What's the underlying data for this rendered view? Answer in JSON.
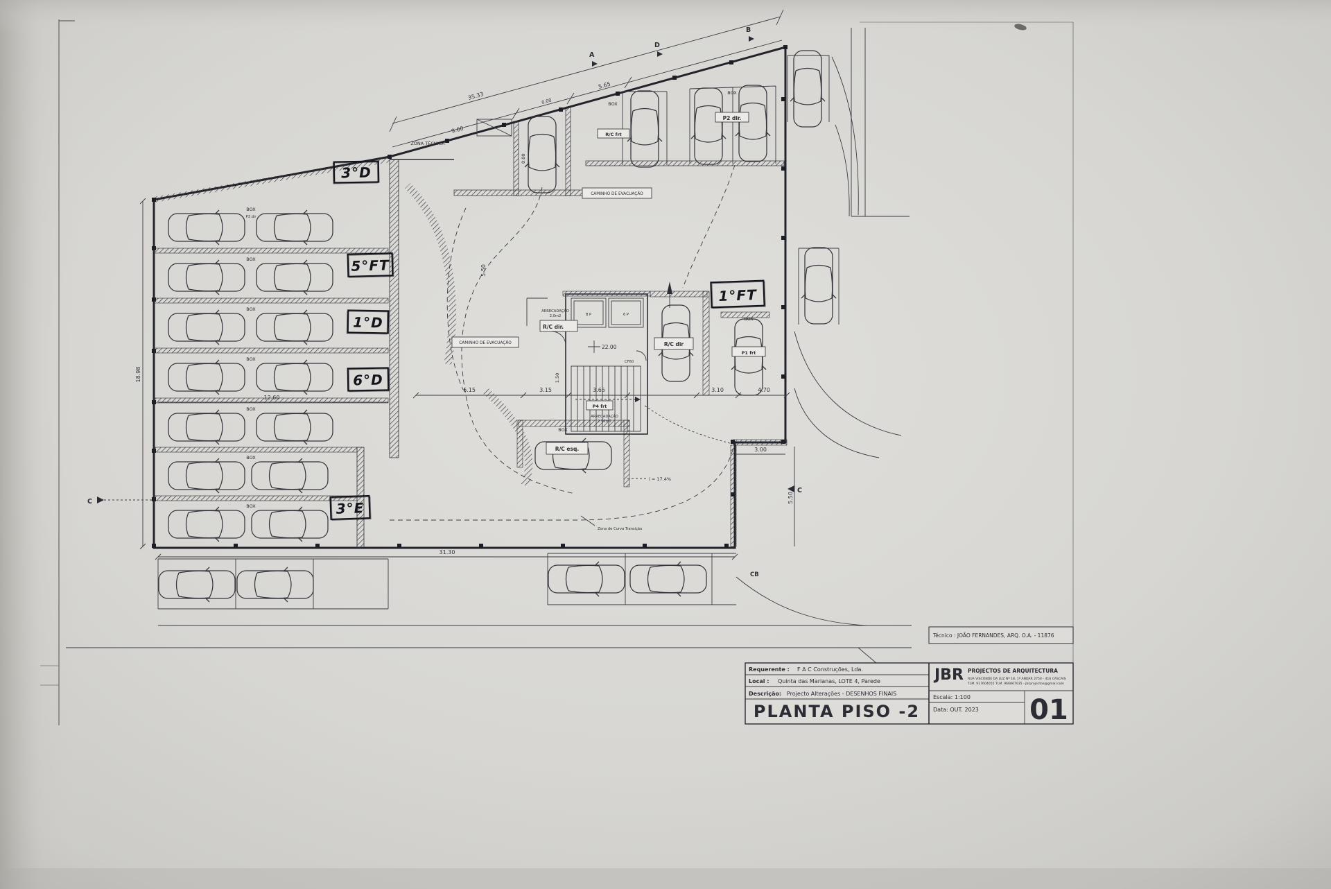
{
  "colors": {
    "paper": "#d7d6d2",
    "ink": "#2c2c34",
    "hand_ink": "#15151e"
  },
  "tb": {
    "tecnico": "Técnico : JOÃO FERNANDES, ARQ.   O.A. - 11876",
    "requerente_label": "Requerente :",
    "requerente_value": "F A C Construções, Lda.",
    "local_label": "Local :",
    "local_value": "Quinta das Marianas, LOTE 4, Parede",
    "descricao_label": "Descrição:",
    "descricao_value": "Projecto Alterações - DESENHOS FINAIS",
    "drawing_title": "PLANTA PISO -2",
    "firm_initials": "JBR",
    "firm_name": "PROJECTOS DE ARQUITECTURA",
    "firm_line1": "RUA VISCONDE DA LUZ Nº 18, 1º ANDAR  2750 - 416  CASCAIS",
    "firm_line2": "TLM. 917604055  TLM. 966867035 - jbrprojectos@gmail.com",
    "escala": "Escala: 1:100",
    "data": "Data: OUT. 2023",
    "sheet_number": "01"
  },
  "hand": {
    "h1": "3°D",
    "h2": "5°FT",
    "h3": "1°D",
    "h4": "6°D",
    "h5": "3°E",
    "h6": "1°FT"
  },
  "lbl": {
    "box": "BOX",
    "p3dir": "P3 dir",
    "rcfrt": "R/C frt",
    "p2dir": "P2 dir.",
    "rcdir": "R/C dir",
    "rcdirdot": "R/C dir.",
    "p1frt": "P1 frt",
    "p4frt": "P4 frt",
    "rcesq": "R/C esq.",
    "bp": "B P",
    "sp": "6 P",
    "cf60": "CF60",
    "arrecadacao": "ARRECADAÇÃO",
    "a20": "2,0m2",
    "a25": "2.50m2",
    "caminho": "CAMINHO DE EVACUAÇÃO",
    "zona": "ZONA TÉCNICA",
    "curva": "Zona de Curva Transição",
    "slope": "i = 17.4%"
  },
  "dim": {
    "d1": "35.33",
    "d2": "9.60",
    "d3": "5.65",
    "d4": "0.00",
    "d5": "12.60",
    "d6": "6.15",
    "d7": "3.15",
    "d8": "3.65",
    "d9": "3.10",
    "d10": "4.70",
    "d11": "31.30",
    "d12": "3.00",
    "d13": "18.98",
    "d14": "5.50",
    "d15": "1.50",
    "d16": "22.00"
  },
  "mark": {
    "a": "A",
    "b": "B",
    "c": "C",
    "d": "D",
    "cb": "CB"
  }
}
